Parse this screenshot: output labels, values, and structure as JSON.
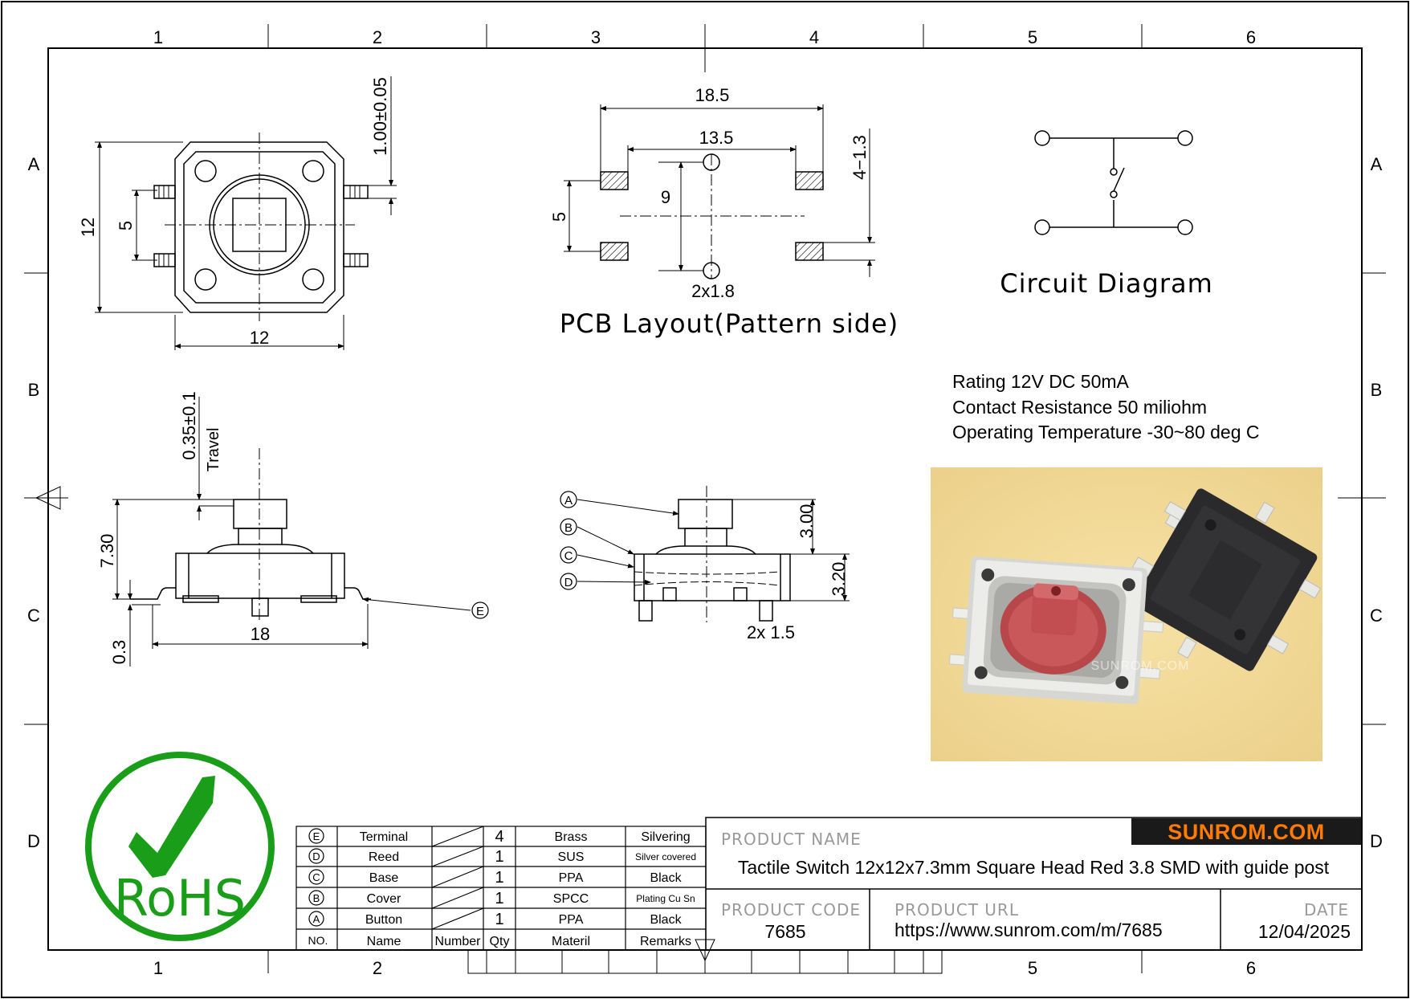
{
  "border": {
    "columns_top": [
      "1",
      "2",
      "3",
      "4",
      "5",
      "6"
    ],
    "columns_bottom": [
      "1",
      "2",
      "5",
      "6"
    ],
    "rows_left": [
      "A",
      "B",
      "C",
      "D"
    ],
    "rows_right": [
      "A",
      "B",
      "C",
      "D"
    ]
  },
  "top_view": {
    "dim_height": "12",
    "dim_pitch": "5",
    "dim_width": "12",
    "dim_lead": "1.00±0.05"
  },
  "pcb_layout": {
    "dim_outer": "18.5",
    "dim_inner": "13.5",
    "dim_vert": "9",
    "dim_pitch": "5",
    "dim_pad": "4−1.3",
    "dim_hole": "2x1.8",
    "title": "PCB  Layout(Pattern  side)"
  },
  "circuit": {
    "title": "Circuit  Diagram"
  },
  "specs": [
    "Rating 12V DC 50mA",
    "Contact Resistance 50 miliohm",
    "Operating Temperature -30~80 deg C"
  ],
  "side_view": {
    "dim_travel": "0.35±0.1",
    "travel_label": "Travel",
    "dim_height": "7.30",
    "dim_base": "0.3",
    "dim_width": "18",
    "callout_e": "E"
  },
  "section_view": {
    "callouts": [
      "A",
      "B",
      "C",
      "D"
    ],
    "dim_top": "3.00",
    "dim_body": "3.20",
    "dim_post": "2x 1.5"
  },
  "photo": {
    "watermark": "SUNROM.COM"
  },
  "rohs": {
    "text": "RoHS",
    "color": "#1a9e1a"
  },
  "bom": {
    "headers": [
      "NO.",
      "Name",
      "Number",
      "Qty",
      "Materil",
      "Remarks"
    ],
    "rows": [
      {
        "no": "E",
        "name": "Terminal",
        "qty": "4",
        "material": "Brass",
        "remarks": "Silvering"
      },
      {
        "no": "D",
        "name": "Reed",
        "qty": "1",
        "material": "SUS",
        "remarks": "Silver covered"
      },
      {
        "no": "C",
        "name": "Base",
        "qty": "1",
        "material": "PPA",
        "remarks": "Black"
      },
      {
        "no": "B",
        "name": "Cover",
        "qty": "1",
        "material": "SPCC",
        "remarks": "Plating Cu Sn"
      },
      {
        "no": "A",
        "name": "Button",
        "qty": "1",
        "material": "PPA",
        "remarks": "Black"
      }
    ]
  },
  "title_block": {
    "product_name_label": "PRODUCT NAME",
    "product_name": "Tactile Switch 12x12x7.3mm Square Head Red 3.8 SMD with guide post",
    "product_code_label": "PRODUCT CODE",
    "product_code": "7685",
    "product_url_label": "PRODUCT URL",
    "product_url": "https://www.sunrom.com/m/7685",
    "date_label": "DATE",
    "date": "12/04/2025",
    "brand": "SUNROM.COM",
    "brand_color": "#ff7a00",
    "brand_bg": "#1a1a1a"
  }
}
